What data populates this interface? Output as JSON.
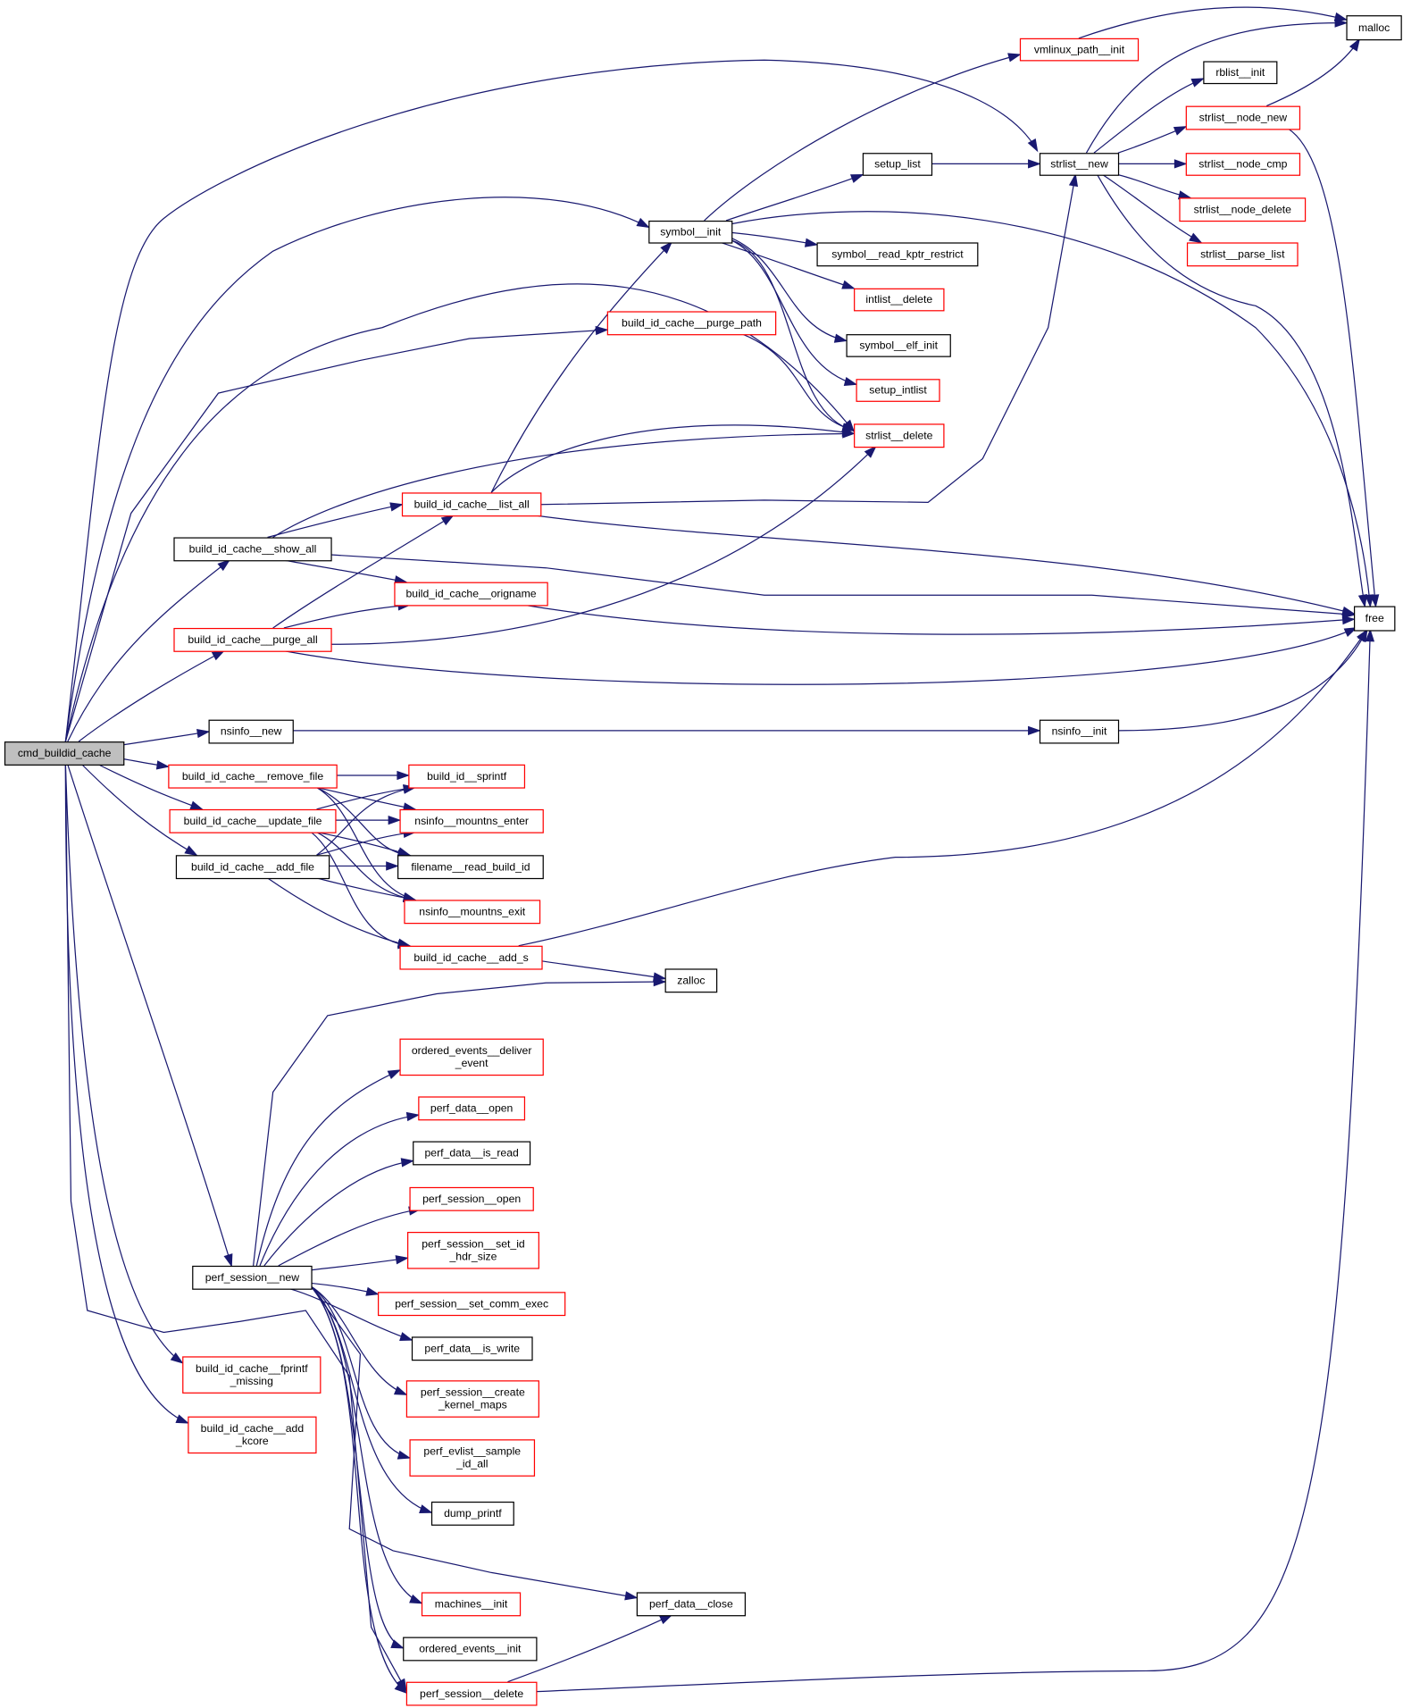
{
  "diagram": {
    "type": "call-graph",
    "root": "cmd_buildid_cache",
    "colors": {
      "edge": "#191970",
      "linked_node_border": "#ff0000",
      "plain_node_border": "#000000",
      "root_fill": "#bfbfbf"
    },
    "nodes": {
      "cmd_buildid_cache": {
        "label": [
          "cmd_buildid_cache"
        ],
        "style": "root"
      },
      "symbol__init": {
        "label": [
          "symbol__init"
        ],
        "style": "plain"
      },
      "strlist__new": {
        "label": [
          "strlist__new"
        ],
        "style": "plain"
      },
      "setup_list": {
        "label": [
          "setup_list"
        ],
        "style": "plain"
      },
      "vmlinux_path__init": {
        "label": [
          "vmlinux_path__init"
        ],
        "style": "red"
      },
      "malloc": {
        "label": [
          "malloc"
        ],
        "style": "plain"
      },
      "rblist__init": {
        "label": [
          "rblist__init"
        ],
        "style": "plain"
      },
      "strlist__node_new": {
        "label": [
          "strlist__node_new"
        ],
        "style": "red"
      },
      "strlist__node_cmp": {
        "label": [
          "strlist__node_cmp"
        ],
        "style": "red"
      },
      "strlist__node_delete": {
        "label": [
          "strlist__node_delete"
        ],
        "style": "red"
      },
      "strlist__parse_list": {
        "label": [
          "strlist__parse_list"
        ],
        "style": "red"
      },
      "symbol__read_kptr_restrict": {
        "label": [
          "symbol__read_kptr_restrict"
        ],
        "style": "plain"
      },
      "intlist__delete": {
        "label": [
          "intlist__delete"
        ],
        "style": "red"
      },
      "symbol__elf_init": {
        "label": [
          "symbol__elf_init"
        ],
        "style": "plain"
      },
      "setup_intlist": {
        "label": [
          "setup_intlist"
        ],
        "style": "red"
      },
      "strlist__delete": {
        "label": [
          "strlist__delete"
        ],
        "style": "red"
      },
      "build_id_cache__purge_path": {
        "label": [
          "build_id_cache__purge_path"
        ],
        "style": "red"
      },
      "build_id_cache__list_all": {
        "label": [
          "build_id_cache__list_all"
        ],
        "style": "red"
      },
      "build_id_cache__show_all": {
        "label": [
          "build_id_cache__show_all"
        ],
        "style": "plain"
      },
      "build_id_cache__origname": {
        "label": [
          "build_id_cache__origname"
        ],
        "style": "red"
      },
      "build_id_cache__purge_all": {
        "label": [
          "build_id_cache__purge_all"
        ],
        "style": "red"
      },
      "free": {
        "label": [
          "free"
        ],
        "style": "plain"
      },
      "nsinfo__new": {
        "label": [
          "nsinfo__new"
        ],
        "style": "plain"
      },
      "nsinfo__init": {
        "label": [
          "nsinfo__init"
        ],
        "style": "plain"
      },
      "build_id_cache__remove_file": {
        "label": [
          "build_id_cache__remove_file"
        ],
        "style": "red"
      },
      "build_id__sprintf": {
        "label": [
          "build_id__sprintf"
        ],
        "style": "red"
      },
      "build_id_cache__update_file": {
        "label": [
          "build_id_cache__update_file"
        ],
        "style": "red"
      },
      "nsinfo__mountns_enter": {
        "label": [
          "nsinfo__mountns_enter"
        ],
        "style": "red"
      },
      "build_id_cache__add_file": {
        "label": [
          "build_id_cache__add_file"
        ],
        "style": "plain"
      },
      "filename__read_build_id": {
        "label": [
          "filename__read_build_id"
        ],
        "style": "plain"
      },
      "nsinfo__mountns_exit": {
        "label": [
          "nsinfo__mountns_exit"
        ],
        "style": "red"
      },
      "build_id_cache__add_s": {
        "label": [
          "build_id_cache__add_s"
        ],
        "style": "red"
      },
      "zalloc": {
        "label": [
          "zalloc"
        ],
        "style": "plain"
      },
      "ordered_events__deliver_event": {
        "label": [
          "ordered_events__deliver",
          "_event"
        ],
        "style": "red"
      },
      "perf_data__open": {
        "label": [
          "perf_data__open"
        ],
        "style": "red"
      },
      "perf_data__is_read": {
        "label": [
          "perf_data__is_read"
        ],
        "style": "plain"
      },
      "perf_session__open": {
        "label": [
          "perf_session__open"
        ],
        "style": "red"
      },
      "perf_session__set_id_hdr_size": {
        "label": [
          "perf_session__set_id",
          "_hdr_size"
        ],
        "style": "red"
      },
      "perf_session__new": {
        "label": [
          "perf_session__new"
        ],
        "style": "plain"
      },
      "perf_session__set_comm_exec": {
        "label": [
          "perf_session__set_comm_exec"
        ],
        "style": "red"
      },
      "perf_data__is_write": {
        "label": [
          "perf_data__is_write"
        ],
        "style": "plain"
      },
      "perf_session__create_kernel_maps": {
        "label": [
          "perf_session__create",
          "_kernel_maps"
        ],
        "style": "red"
      },
      "perf_evlist__sample_id_all": {
        "label": [
          "perf_evlist__sample",
          "_id_all"
        ],
        "style": "red"
      },
      "dump_printf": {
        "label": [
          "dump_printf"
        ],
        "style": "plain"
      },
      "perf_data__close": {
        "label": [
          "perf_data__close"
        ],
        "style": "plain"
      },
      "machines__init": {
        "label": [
          "machines__init"
        ],
        "style": "red"
      },
      "ordered_events__init": {
        "label": [
          "ordered_events__init"
        ],
        "style": "plain"
      },
      "perf_session__delete": {
        "label": [
          "perf_session__delete"
        ],
        "style": "red"
      },
      "build_id_cache__fprintf_missing": {
        "label": [
          "build_id_cache__fprintf",
          "_missing"
        ],
        "style": "red"
      },
      "build_id_cache__add_kcore": {
        "label": [
          "build_id_cache__add",
          "_kcore"
        ],
        "style": "red"
      }
    },
    "edges": [
      [
        "cmd_buildid_cache",
        "strlist__new"
      ],
      [
        "cmd_buildid_cache",
        "symbol__init"
      ],
      [
        "cmd_buildid_cache",
        "strlist__delete"
      ],
      [
        "cmd_buildid_cache",
        "build_id_cache__purge_path"
      ],
      [
        "cmd_buildid_cache",
        "build_id_cache__show_all"
      ],
      [
        "cmd_buildid_cache",
        "build_id_cache__purge_all"
      ],
      [
        "cmd_buildid_cache",
        "nsinfo__new"
      ],
      [
        "cmd_buildid_cache",
        "build_id_cache__remove_file"
      ],
      [
        "cmd_buildid_cache",
        "build_id_cache__update_file"
      ],
      [
        "cmd_buildid_cache",
        "build_id_cache__add_file"
      ],
      [
        "cmd_buildid_cache",
        "perf_session__new"
      ],
      [
        "cmd_buildid_cache",
        "build_id_cache__fprintf_missing"
      ],
      [
        "cmd_buildid_cache",
        "build_id_cache__add_kcore"
      ],
      [
        "cmd_buildid_cache",
        "perf_session__delete"
      ],
      [
        "symbol__init",
        "vmlinux_path__init"
      ],
      [
        "symbol__init",
        "setup_list"
      ],
      [
        "symbol__init",
        "free"
      ],
      [
        "symbol__init",
        "symbol__read_kptr_restrict"
      ],
      [
        "symbol__init",
        "intlist__delete"
      ],
      [
        "symbol__init",
        "symbol__elf_init"
      ],
      [
        "symbol__init",
        "setup_intlist"
      ],
      [
        "symbol__init",
        "strlist__delete"
      ],
      [
        "setup_list",
        "strlist__new"
      ],
      [
        "vmlinux_path__init",
        "malloc"
      ],
      [
        "strlist__new",
        "malloc"
      ],
      [
        "strlist__new",
        "rblist__init"
      ],
      [
        "strlist__new",
        "strlist__node_new"
      ],
      [
        "strlist__new",
        "strlist__node_cmp"
      ],
      [
        "strlist__new",
        "strlist__node_delete"
      ],
      [
        "strlist__new",
        "strlist__parse_list"
      ],
      [
        "strlist__new",
        "free"
      ],
      [
        "strlist__node_new",
        "malloc"
      ],
      [
        "strlist__node_new",
        "free"
      ],
      [
        "build_id_cache__purge_path",
        "strlist__delete"
      ],
      [
        "build_id_cache__list_all",
        "symbol__init"
      ],
      [
        "build_id_cache__list_all",
        "strlist__delete"
      ],
      [
        "build_id_cache__list_all",
        "strlist__new"
      ],
      [
        "build_id_cache__list_all",
        "free"
      ],
      [
        "build_id_cache__show_all",
        "strlist__delete"
      ],
      [
        "build_id_cache__show_all",
        "build_id_cache__list_all"
      ],
      [
        "build_id_cache__show_all",
        "build_id_cache__origname"
      ],
      [
        "build_id_cache__show_all",
        "free"
      ],
      [
        "build_id_cache__purge_all",
        "build_id_cache__list_all"
      ],
      [
        "build_id_cache__purge_all",
        "build_id_cache__origname"
      ],
      [
        "build_id_cache__purge_all",
        "strlist__delete"
      ],
      [
        "build_id_cache__purge_all",
        "free"
      ],
      [
        "build_id_cache__origname",
        "free"
      ],
      [
        "nsinfo__new",
        "nsinfo__init"
      ],
      [
        "nsinfo__init",
        "free"
      ],
      [
        "build_id_cache__remove_file",
        "build_id__sprintf"
      ],
      [
        "build_id_cache__remove_file",
        "nsinfo__mountns_enter"
      ],
      [
        "build_id_cache__remove_file",
        "filename__read_build_id"
      ],
      [
        "build_id_cache__remove_file",
        "nsinfo__mountns_exit"
      ],
      [
        "build_id_cache__update_file",
        "build_id__sprintf"
      ],
      [
        "build_id_cache__update_file",
        "nsinfo__mountns_enter"
      ],
      [
        "build_id_cache__update_file",
        "filename__read_build_id"
      ],
      [
        "build_id_cache__update_file",
        "nsinfo__mountns_exit"
      ],
      [
        "build_id_cache__update_file",
        "build_id_cache__add_s"
      ],
      [
        "build_id_cache__add_file",
        "build_id__sprintf"
      ],
      [
        "build_id_cache__add_file",
        "nsinfo__mountns_enter"
      ],
      [
        "build_id_cache__add_file",
        "filename__read_build_id"
      ],
      [
        "build_id_cache__add_file",
        "nsinfo__mountns_exit"
      ],
      [
        "build_id_cache__add_file",
        "build_id_cache__add_s"
      ],
      [
        "build_id_cache__add_s",
        "free"
      ],
      [
        "build_id_cache__add_s",
        "zalloc"
      ],
      [
        "perf_session__new",
        "zalloc"
      ],
      [
        "perf_session__new",
        "ordered_events__deliver_event"
      ],
      [
        "perf_session__new",
        "perf_data__open"
      ],
      [
        "perf_session__new",
        "perf_data__is_read"
      ],
      [
        "perf_session__new",
        "perf_session__open"
      ],
      [
        "perf_session__new",
        "perf_session__set_id_hdr_size"
      ],
      [
        "perf_session__new",
        "perf_session__set_comm_exec"
      ],
      [
        "perf_session__new",
        "perf_data__is_write"
      ],
      [
        "perf_session__new",
        "perf_session__create_kernel_maps"
      ],
      [
        "perf_session__new",
        "perf_evlist__sample_id_all"
      ],
      [
        "perf_session__new",
        "dump_printf"
      ],
      [
        "perf_session__new",
        "perf_data__close"
      ],
      [
        "perf_session__new",
        "machines__init"
      ],
      [
        "perf_session__new",
        "ordered_events__init"
      ],
      [
        "perf_session__new",
        "perf_session__delete"
      ],
      [
        "perf_session__delete",
        "perf_data__close"
      ],
      [
        "perf_session__delete",
        "free"
      ]
    ]
  }
}
